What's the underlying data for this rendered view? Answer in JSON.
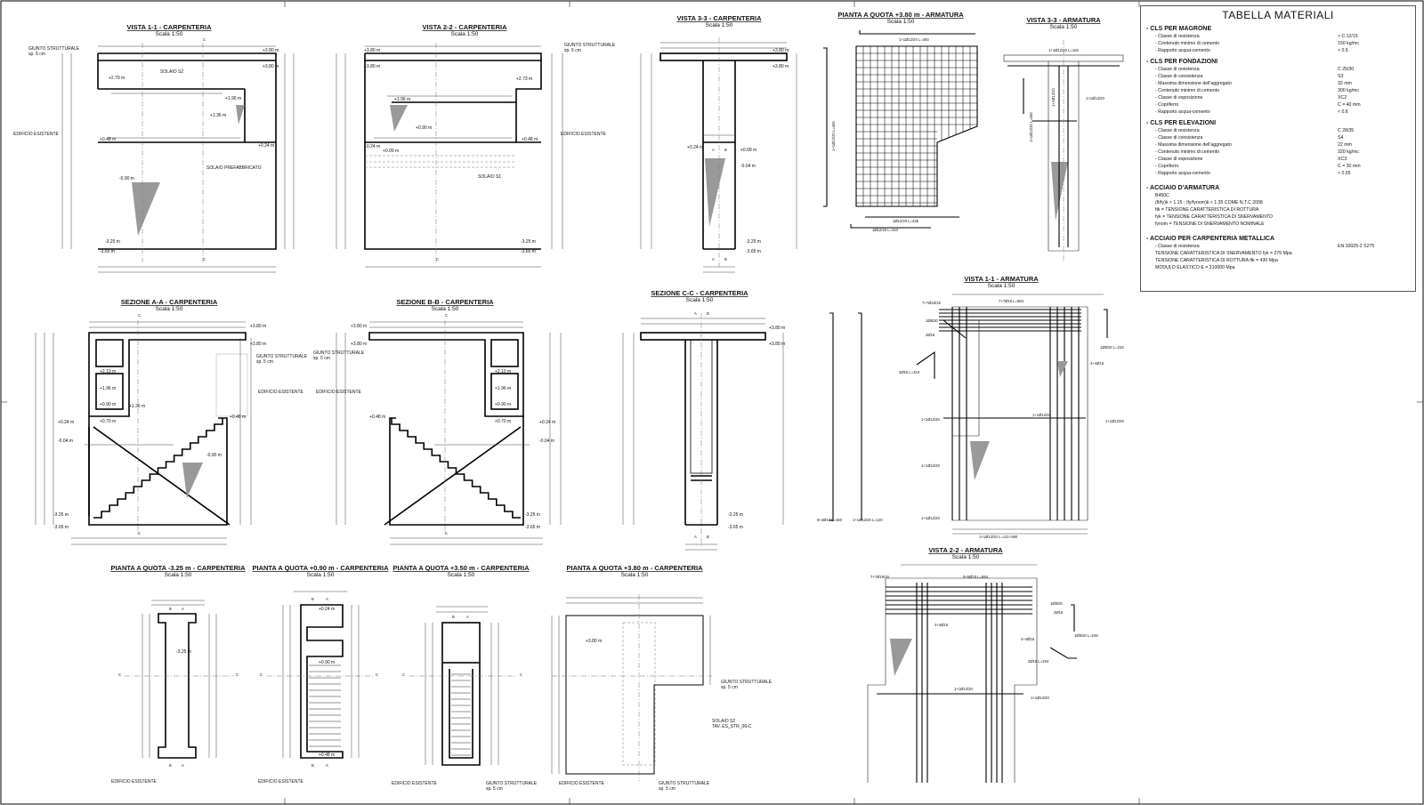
{
  "scale": "Scala 1:50",
  "views": {
    "v11c": "VISTA 1-1 - CARPENTERIA",
    "v22c": "VISTA 2-2 - CARPENTERIA",
    "v33c": "VISTA 3-3 - CARPENTERIA",
    "p380a": "PIANTA A QUOTA +3.80 m - ARMATURA",
    "v33a": "VISTA 3-3 - ARMATURA",
    "saa": "SEZIONE A-A - CARPENTERIA",
    "sbb": "SEZIONE B-B - CARPENTERIA",
    "scc": "SEZIONE C-C - CARPENTERIA",
    "v11a": "VISTA 1-1 - ARMATURA",
    "v22a": "VISTA 2-2 - ARMATURA",
    "p325": "PIANTA A QUOTA -3.25 m - CARPENTERIA",
    "p090": "PIANTA A QUOTA +0.90 m - CARPENTERIA",
    "p350": "PIANTA A QUOTA +3.50 m - CARPENTERIA",
    "p380c": "PIANTA A QUOTA +3.80 m - CARPENTERIA"
  },
  "notes": {
    "giunto": "GIUNTO STRUTTURALE",
    "giunto_sp": "sp. 5 cm",
    "edificio": "EDIFICIO ESISTENTE",
    "solaio_s2": "SOLAIO S2",
    "solaio_s1": "SOLAIO S1",
    "solaio_pref": "SOLAIO PREFABBRICATO",
    "tav": "TAV. ES_STR_06-C"
  },
  "levels": {
    "l380": "+3.80 m",
    "l279": "+2.79 m",
    "l273": "+2.73 m",
    "l196": "+1.96 m",
    "l136": "+1.36 m",
    "l048": "+0.48 m",
    "l024": "+0.24 m",
    "l090": "+0.90 m",
    "l210": "+2.10 m",
    "l070": "+0.70 m",
    "l009": "+0.09 m",
    "m004": "-0.04 m",
    "m090": "-0.90 m",
    "m325": "-3.25 m",
    "m365": "-3.65 m"
  },
  "rebar": {
    "r1": "1+1Ø12/20 L=460",
    "r2": "1+1Ø12/20",
    "r3": "1Ø12/20 L=435",
    "r4": "1Ø12/20 L=310",
    "r5": "1+1Ø12/20 L=163",
    "r6": "7+7Ø16/15",
    "r7": "7+7Ø16 L=594",
    "r8": "1Ø8/20",
    "r9": "2Ø16",
    "r10": "4+4Ø16",
    "r11": "1Ø8/20 L=234",
    "r12": "2Ø16 L=310",
    "r13": "1+1Ø12/20 L=121+590",
    "r14": "8+4Ø16 L=150",
    "r15": "1+1Ø12/20 L=120",
    "r16": "5+5Ø16 L=594",
    "r17": "1Ø8/20 L=246",
    "r18": "2Ø16 L=294"
  },
  "materials": {
    "title": "TABELLA MATERIALI",
    "sections": [
      {
        "name": "- CLS PER MAGRONE",
        "rows": [
          {
            "k": "- Classe di resistenza",
            "v": "> C 12/15"
          },
          {
            "k": "- Contenuto minimo di cemento",
            "v": "150 kg/mc"
          },
          {
            "k": "- Rapporto acqua-cemento",
            "v": "< 0.5"
          }
        ]
      },
      {
        "name": "- CLS PER FONDAZIONI",
        "rows": [
          {
            "k": "- Classe di resistenza",
            "v": "C 25/30"
          },
          {
            "k": "- Classe di consistenza",
            "v": "S3"
          },
          {
            "k": "- Massima dimensione dell'aggregato",
            "v": "32 mm"
          },
          {
            "k": "- Contenuto minimo di cemento",
            "v": "300 kg/mc"
          },
          {
            "k": "- Classe di esposizione",
            "v": "XC2"
          },
          {
            "k": "- Copriferro",
            "v": "C = 40 mm"
          },
          {
            "k": "- Rapporto acqua-cemento",
            "v": "< 0.6"
          }
        ]
      },
      {
        "name": "- CLS PER ELEVAZIONI",
        "rows": [
          {
            "k": "- Classe di resistenza",
            "v": "C 28/35"
          },
          {
            "k": "- Classe di consistenza",
            "v": "S4"
          },
          {
            "k": "- Massima dimensione dell'aggregato",
            "v": "22 mm"
          },
          {
            "k": "- Contenuto minimo di cemento",
            "v": "320 kg/mc"
          },
          {
            "k": "- Classe di esposizione",
            "v": "XC3"
          },
          {
            "k": "- Copriferro",
            "v": "C = 30 mm"
          },
          {
            "k": "- Rapporto acqua-cemento",
            "v": "< 0.55"
          }
        ]
      }
    ],
    "steel_title": "- ACCIAIO D'ARMATURA",
    "steel_lines": [
      "B450C",
      "(ft/fy)k > 1.15 ; (fy/fynom)k < 1.35 COME N.T.C 2008",
      "ftk = TENSIONE CARATTERISTICA DI ROTTURA",
      "fyk = TENSIONE CARATTERISTICA DI SNERVAMENTO",
      "fynom = TENSIONE DI SNERVAMENTO NOMINALE"
    ],
    "metal_title": "- ACCIAIO PER CARPENTERIA METALLICA",
    "metal_rows": [
      {
        "k": "- Classe di resistenza",
        "v": "EN 10025-2 S275"
      }
    ],
    "metal_lines": [
      "TENSIONE CARATTERISTICA DI SNERVAMENTO fyk = 275 Mpa",
      "TENSIONE CARATTERISTICA DI ROTTURA ftk = 430 Mpa",
      "MODULO ELASTICO E = 210000 Mpa"
    ]
  }
}
